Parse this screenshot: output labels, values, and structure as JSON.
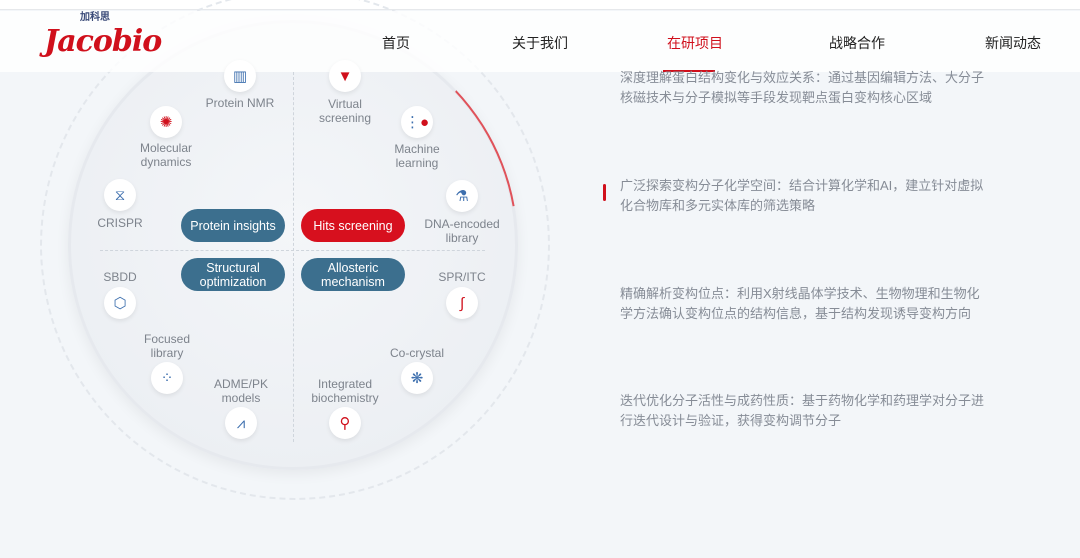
{
  "logo": {
    "text": "Jacobio",
    "cn": "加科思"
  },
  "nav": [
    {
      "label": "首页"
    },
    {
      "label": "关于我们"
    },
    {
      "label": "在研项目"
    },
    {
      "label": "战略合作"
    },
    {
      "label": "新闻动态"
    }
  ],
  "active_nav": "在研项目",
  "pills": {
    "protein_insights": "Protein insights",
    "hits_screening": "Hits screening",
    "structural_optimization": "Structural optimization",
    "allosteric_mechanism": "Allosteric mechanism"
  },
  "techniques": {
    "protein_nmr": "Protein NMR",
    "virtual_screening": "Virtual screening",
    "molecular_dynamics": "Molecular dynamics",
    "machine_learning": "Machine learning",
    "crispr": "CRISPR",
    "dna_encoded_library": "DNA-encoded library",
    "sbdd": "SBDD",
    "spr_itc": "SPR/ITC",
    "focused_library": "Focused library",
    "co_crystal": "Co-crystal",
    "adme_pk_models": "ADME/PK models",
    "integrated_biochemistry": "Integrated biochemistry"
  },
  "descriptions": [
    "深度理解蛋白结构变化与效应关系：通过基因编辑方法、大分子核磁技术与分子模拟等手段发现靶点蛋白变构核心区域",
    "广泛探索变构分子化学空间：结合计算化学和AI，建立针对虚拟化合物库和多元实体库的筛选策略",
    "精确解析变构位点：利用X射线晶体学技术、生物物理和生物化学方法确认变构位点的结构信息，基于结构发现诱导变构方向",
    "迭代优化分子活性与成药性质：基于药物化学和药理学对分子进行迭代设计与验证，获得变构调节分子"
  ],
  "colors": {
    "brand_red": "#d0101c",
    "pill_blue": "#3c6f8e"
  }
}
